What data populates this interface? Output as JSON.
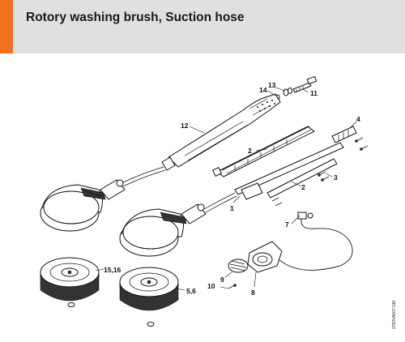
{
  "header": {
    "title": "Rotory washing brush, Suction hose",
    "accent_color": "#f37021",
    "band_color": "#e0e0e0"
  },
  "callouts": {
    "c1": "1",
    "c2a": "2",
    "c2b": "2",
    "c3": "3",
    "c4": "4",
    "c56": "5,6",
    "c7": "7",
    "c8": "8",
    "c9": "9",
    "c10": "10",
    "c11": "11",
    "c12": "12",
    "c13": "13",
    "c14": "14",
    "c1516": "15,16"
  },
  "doc_id": "0782VA007 GM"
}
